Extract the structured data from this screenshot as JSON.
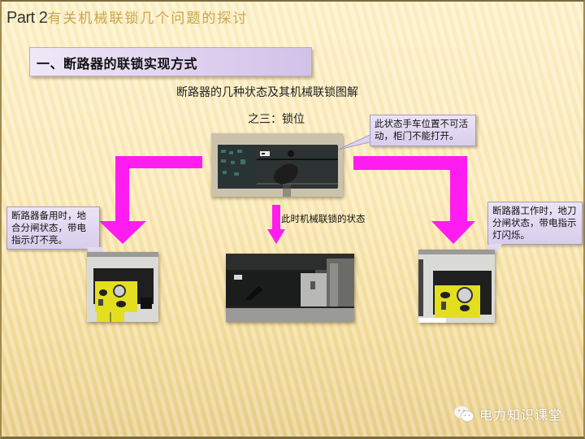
{
  "slide": {
    "title_part": "Part 2",
    "title_subtitle": "有关机械联锁几个问题的探讨",
    "section_heading": "一、断路器的联锁实现方式",
    "diagram_title": "断路器的几种状态及其机械联锁图解",
    "diagram_subtitle": "之三：锁位",
    "callouts": {
      "top_right": "此状态手车位置不可活动，柜门不能打开。",
      "left": "断路器备用时，地合分闸状态，带电指示灯不亮。",
      "right": "断路器工作时，地刀分闸状态，带电指示灯闪烁。"
    },
    "center_label": "此时机械联锁的状态",
    "arrow_color": "#ff1cf0",
    "photos": {
      "top": "breaker-panel-locked-photo",
      "left": "standby-interlock-panel-photo",
      "center": "mechanical-interlock-photo",
      "right": "working-interlock-panel-photo"
    },
    "watermark": {
      "icon": "wechat-icon",
      "text": "电力知识课堂"
    }
  }
}
